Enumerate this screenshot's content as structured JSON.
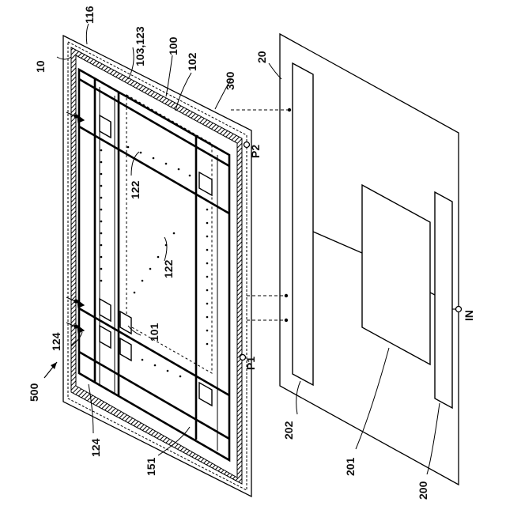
{
  "labels": {
    "ref_10": "10",
    "ref_116": "116",
    "ref_103_123": "103,123",
    "ref_100": "100",
    "ref_102": "102",
    "ref_300": "300",
    "ref_20": "20",
    "ref_p2": "P2",
    "ref_p1": "P1",
    "ref_122_top": "122",
    "ref_122_mid": "122",
    "ref_101": "101",
    "ref_124_left": "124",
    "ref_124_bottom": "124",
    "ref_500": "500",
    "ref_151": "151",
    "ref_202": "202",
    "ref_201": "201",
    "ref_200": "200",
    "ref_in": "IN"
  }
}
